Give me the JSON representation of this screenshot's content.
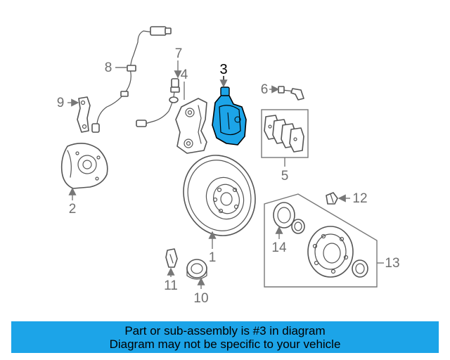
{
  "callouts": {
    "c1": "1",
    "c2": "2",
    "c3": "3",
    "c4": "4",
    "c5": "5",
    "c6": "6",
    "c7": "7",
    "c8": "8",
    "c9": "9",
    "c10": "10",
    "c11": "11",
    "c12": "12",
    "c13": "13",
    "c14": "14"
  },
  "highlighted_part": "3",
  "colors": {
    "highlight": "#1ca4e8",
    "banner": "#1ca4e8",
    "line": "#555555",
    "label": "#6f6f6f"
  },
  "banner": {
    "line1": "Part or sub-assembly is #3 in diagram",
    "line2": "Diagram may not be specific to your vehicle"
  }
}
